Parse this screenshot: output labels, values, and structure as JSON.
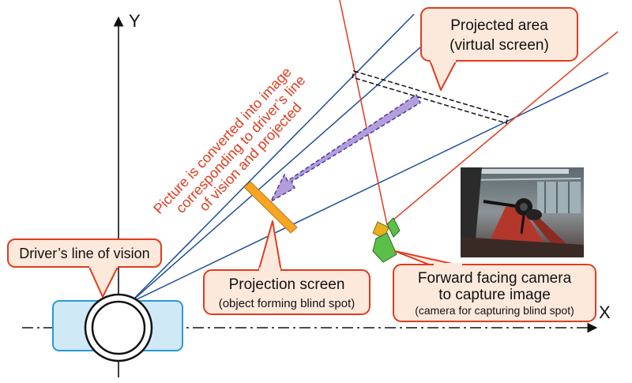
{
  "axes": {
    "x_label": "X",
    "y_label": "Y"
  },
  "labels": {
    "projected_area_line1": "Projected area",
    "projected_area_line2": "(virtual screen)",
    "drivers_line_of_vision": "Driver’s line of vision",
    "projection_screen_line1": "Projection screen",
    "projection_screen_line2": "(object forming blind spot)",
    "camera_line1": "Forward facing camera",
    "camera_line2": "to capture image",
    "camera_line3": "(camera for capturing blind spot)"
  },
  "annotation": {
    "line1": "Picture is converted into image",
    "line2": "corresponding to driver’s line",
    "line3": "of vision and projected"
  },
  "colors": {
    "callout_border": "#e03c1e",
    "callout_fill": "#fde9dc",
    "annotation_text": "#e03c1e",
    "vision_lines": "#1f4f99",
    "camera_lines": "#e03c1e",
    "arrow_fill": "#b39ddb",
    "screen_fill": "#f5a623",
    "camera_fill": "#5cbf4a",
    "driver_fill": "#cfe9f7",
    "driver_border": "#2a9ad4"
  },
  "photo": {
    "icon": "camera-photo"
  }
}
